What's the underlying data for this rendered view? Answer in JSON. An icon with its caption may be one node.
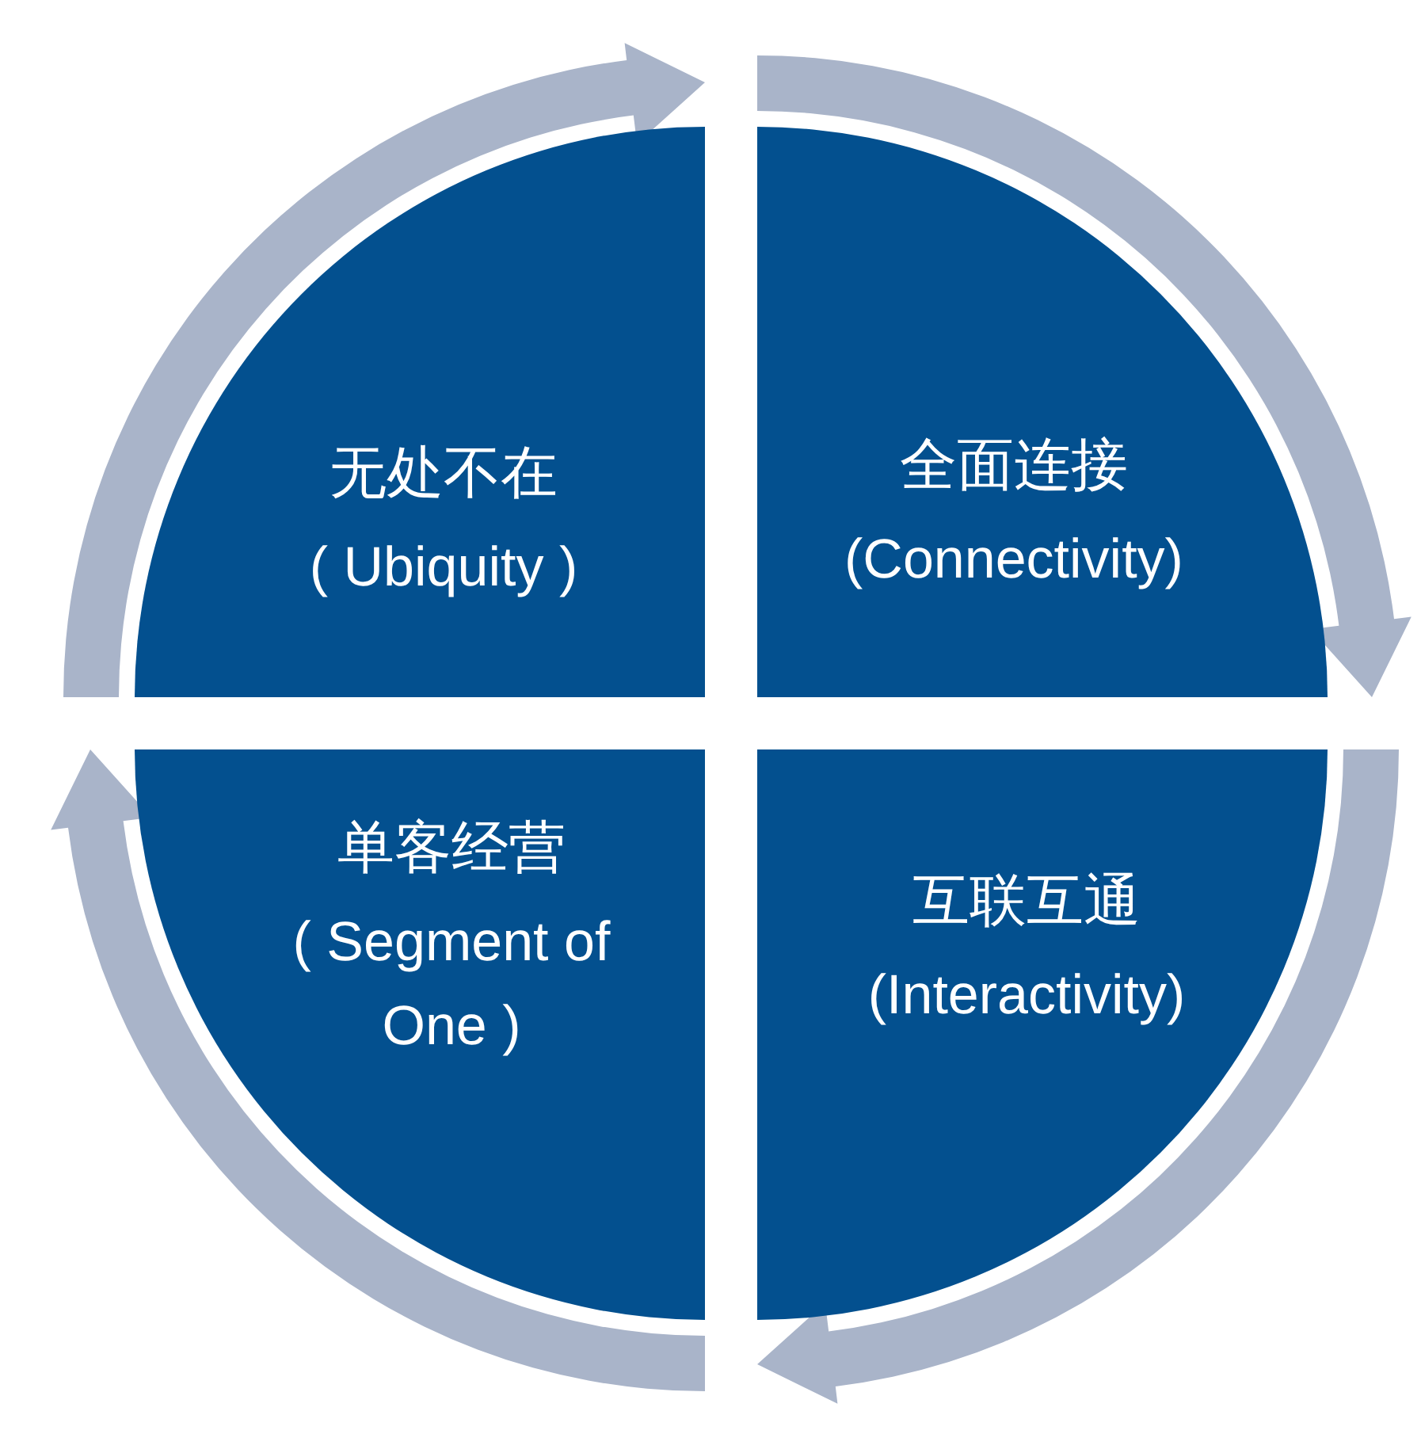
{
  "diagram": {
    "nodes": [
      {
        "text": [
          "无处不在",
          "( Ubiquity )"
        ]
      },
      {
        "text": [
          "全面连接",
          "(Connectivity)"
        ]
      },
      {
        "text": [
          "单客经营",
          "( Segment of One )"
        ]
      },
      {
        "text": [
          "互联互通",
          "(Interactivity)"
        ]
      }
    ],
    "edges": [
      {
        "from": 0,
        "to": 1,
        "arrow": "to"
      },
      {
        "from": 1,
        "to": 3,
        "arrow": "to"
      },
      {
        "from": 3,
        "to": 2,
        "arrow": "to"
      },
      {
        "from": 2,
        "to": 0,
        "arrow": "to"
      }
    ]
  }
}
